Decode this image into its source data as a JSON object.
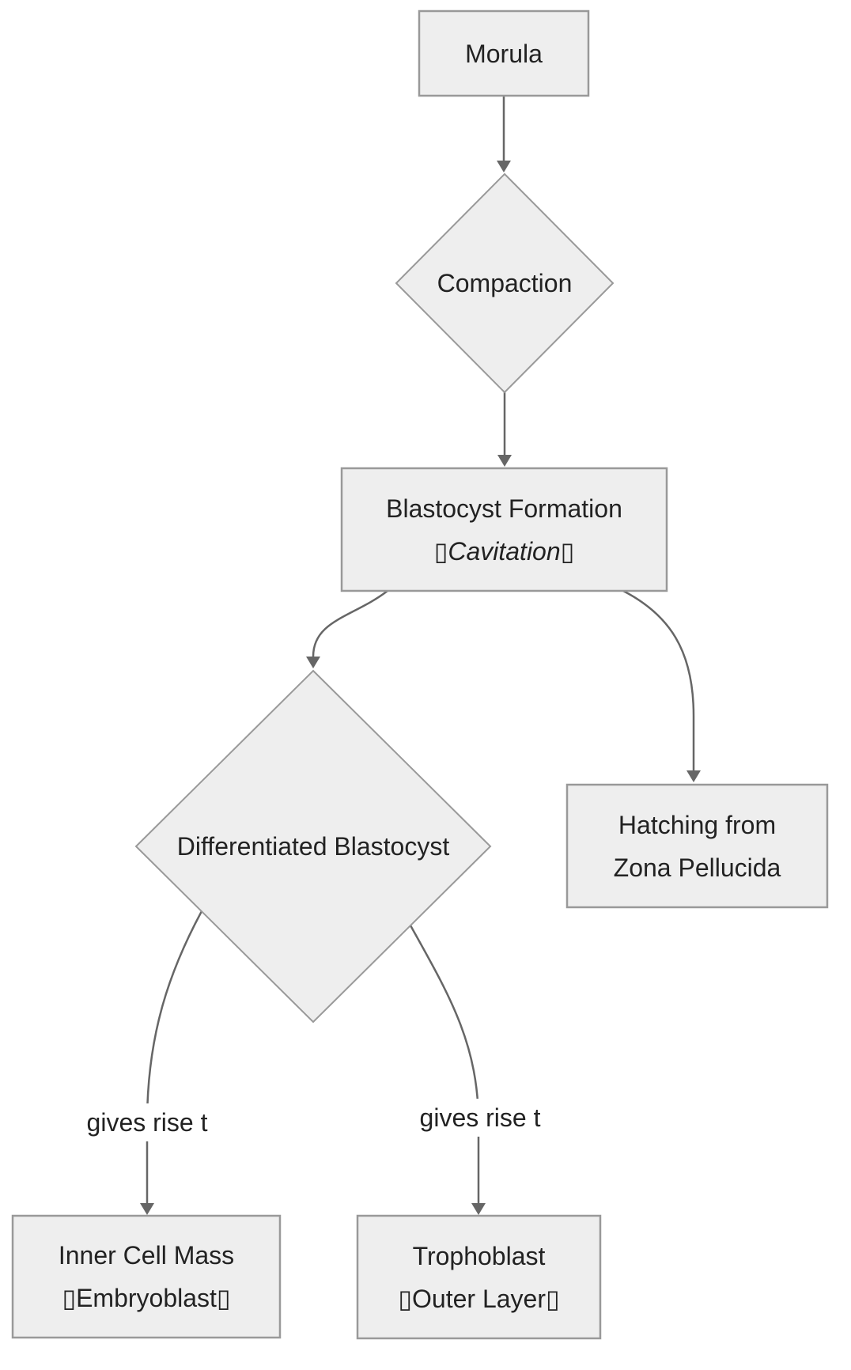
{
  "diagram": {
    "type": "flowchart",
    "background_color": "#ffffff",
    "node_fill_color": "#eeeeee",
    "node_border_color": "#999999",
    "edge_color": "#666666",
    "text_color": "#222222"
  },
  "nodes": {
    "morula": {
      "shape": "rect",
      "lines": [
        {
          "text": "Morula",
          "italic": false
        }
      ]
    },
    "compaction": {
      "shape": "diamond",
      "lines": [
        {
          "text": "Compaction",
          "italic": false
        }
      ]
    },
    "blastocyst_formation": {
      "shape": "rect",
      "lines": [
        {
          "text": "Blastocyst Formation",
          "italic": false
        },
        {
          "text": "▯Cavitation▯",
          "italic": true
        }
      ]
    },
    "hatching": {
      "shape": "rect",
      "lines": [
        {
          "text": "Hatching from",
          "italic": false
        },
        {
          "text": "Zona Pellucida",
          "italic": false
        }
      ]
    },
    "differentiated_blastocyst": {
      "shape": "diamond",
      "lines": [
        {
          "text": "Differentiated Blastocyst",
          "italic": false
        }
      ]
    },
    "inner_cell_mass": {
      "shape": "rect",
      "lines": [
        {
          "text": "Inner Cell Mass",
          "italic": false
        },
        {
          "text": "▯Embryoblast▯",
          "italic": false
        }
      ]
    },
    "trophoblast": {
      "shape": "rect",
      "lines": [
        {
          "text": "Trophoblast",
          "italic": false
        },
        {
          "text": "▯Outer Layer▯",
          "italic": false
        }
      ]
    }
  },
  "edges": [
    {
      "from": "morula",
      "to": "compaction",
      "label": ""
    },
    {
      "from": "compaction",
      "to": "blastocyst_formation",
      "label": ""
    },
    {
      "from": "blastocyst_formation",
      "to": "differentiated_blastocyst",
      "label": ""
    },
    {
      "from": "blastocyst_formation",
      "to": "hatching",
      "label": ""
    },
    {
      "from": "differentiated_blastocyst",
      "to": "inner_cell_mass",
      "label": "gives rise t"
    },
    {
      "from": "differentiated_blastocyst",
      "to": "trophoblast",
      "label": "gives rise t"
    }
  ]
}
